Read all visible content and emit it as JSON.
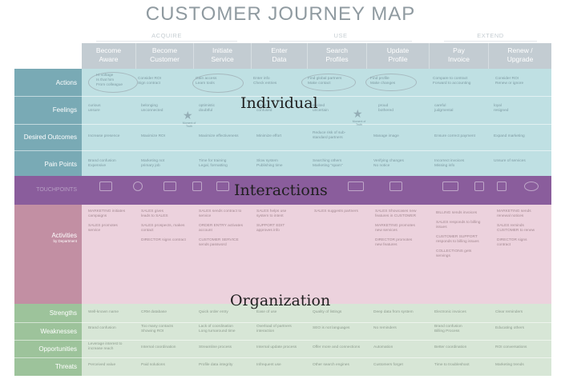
{
  "title": "CUSTOMER JOURNEY MAP",
  "phases": [
    "ACQUIRE",
    "USE",
    "EXTEND"
  ],
  "stages": [
    "Become\nAware",
    "Become\nCustomer",
    "Initiate\nService",
    "Enter\nData",
    "Search\nProfiles",
    "Update\nProfile",
    "Pay\nInvoice",
    "Renew /\nUpgrade"
  ],
  "row_labels": {
    "actions": "Actions",
    "feelings": "Feelings",
    "desired_outcomes": "Desired Outcomes",
    "pain_points": "Pain Points",
    "touchpoints": "TOUCHPOINTS",
    "activities": "Activities",
    "activities_sub": "by Department",
    "strengths": "Strengths",
    "weaknesses": "Weaknesses",
    "opportunities": "Opportunities",
    "threats": "Threats"
  },
  "overlay_labels": {
    "individual": "Individual",
    "interactions": "Interactions",
    "organization": "Organization"
  },
  "star_notes": [
    "Moment of Truth",
    "Moment of Truth"
  ],
  "rows": {
    "actions": [
      "Hi voltage\nIs that him\nFrom colleague",
      "Consider ROI\nSign contract",
      "Gain access\nLearn tools",
      "Enter info\nCheck entries",
      "Find global partners\nMake contact",
      "Find profile\nMake changes",
      "Compare to contract\nForward to accounting",
      "Consider ROI\nRenew or ignore"
    ],
    "feelings": [
      "curious\nunsure",
      "belonging\nunconnected",
      "optimistic\ndoubtful",
      "bored\nconfused",
      "excited\nuncertain",
      "proud\nbothered",
      "careful\njudgmental",
      "loyal\nresigned"
    ],
    "desired_outcomes": [
      "Increase presence",
      "Maximize ROI",
      "Maximize effectiveness",
      "Minimize effort",
      "Reduce risk of sub-\nstandard partners",
      "Manage image",
      "Ensure correct payment",
      "Expand marketing"
    ],
    "pain_points": [
      "Brand confusion\nExpensive",
      "Marketing not\nprimary job",
      "Time for training\nLegal, formatting",
      "Slow system\nPublishing time",
      "Searching others\nMarketing \"spam\"",
      "Verifying changes\nNo notice",
      "Incorrect invoices\nMissing info",
      "Unsure of services"
    ],
    "activities": [
      "MARKETING initiates\ncampaigns\n\nSALES promotes\nservice",
      "SALES gives\nleads to SALES\n\nSALES prospects, makes\ncontact\n\nDIRECTOR signs contract",
      "SALES sends contract to\nservice\n\nORDER ENTRY activates\naccount\n\nCUSTOMER SERVICE\nsends password",
      "SALES helps use\nsystem to intent\n\nSUPPORT EDIT\napproves info",
      "SALES suggests partners",
      "SALES Showcases new\nfeatures in CUSTOMER\n\nMARKETING promotes\nnew services\n\nDIRECTOR promotes\nnew features",
      "BILLING sends invoices\n\nSALES responds to billing\nissues\n\nCUSTOMER SUPPORT\nresponds to billing issues\n\nCOLLECTIONS gets\nservings",
      "MARKETING sends\nrenewal notices\n\nSALES reminds\nCUSTOMER to renew\n\nDIRECTOR signs\ncontract"
    ],
    "strengths": [
      "Well-known name",
      "CRM database",
      "Quick order entry",
      "Ease of use",
      "Quality of listings",
      "Deep data from system",
      "Electronic invoices",
      "Clear reminders"
    ],
    "weaknesses": [
      "Brand confusion",
      "Too many contacts\nShowing ROI",
      "Lack of coordination\nLong turnaround time",
      "Overload of partners\ninteraction",
      "SEO is not languages",
      "No reminders",
      "Brand confusion\nBilling Process",
      "Educating others"
    ],
    "opportunities": [
      "Leverage interest to\nincrease reach",
      "Internal coordination",
      "Streamline process",
      "Internal update process",
      "Offer more and connections",
      "Automation",
      "Better coordination",
      "ROI conversations"
    ],
    "threats": [
      "Perceived value",
      "Paid solutions",
      "Profile data integrity",
      "Infrequent use",
      "Other search engines",
      "Customers forget",
      "Time to troubleshoot",
      "Marketing trends"
    ]
  }
}
